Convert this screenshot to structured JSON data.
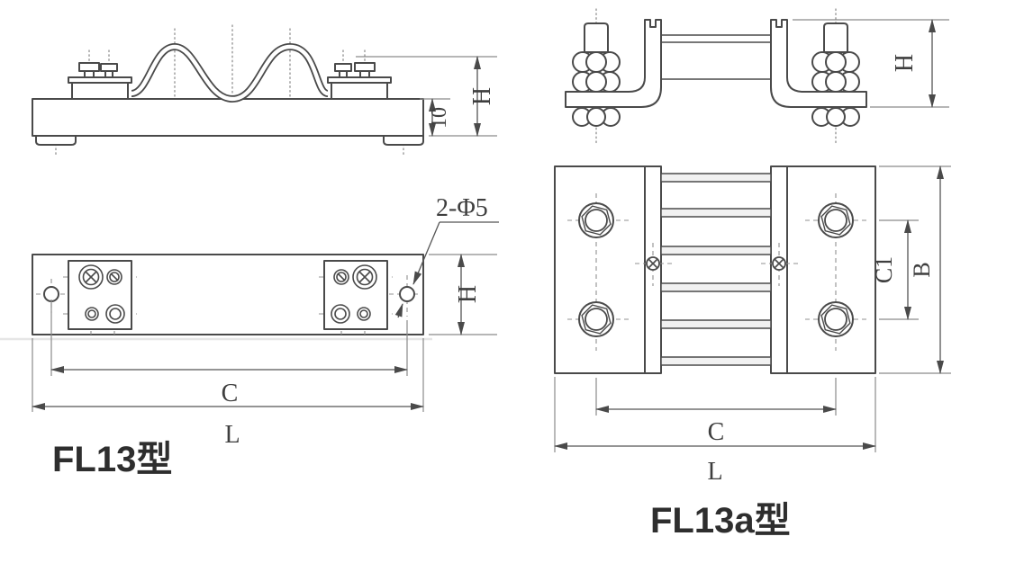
{
  "fl13": {
    "label": "FL13型",
    "side_view": {
      "dim_height": "H",
      "dim_base_thickness": "10"
    },
    "plan_view": {
      "dim_width": "H",
      "dim_hole_spacing": "C",
      "dim_length": "L",
      "hole_callout": "2-Φ5"
    }
  },
  "fl13a": {
    "label": "FL13a型",
    "side_view": {
      "dim_height": "H"
    },
    "plan_view": {
      "dim_bolt_row_spacing": "C1",
      "dim_width": "B",
      "dim_bolt_spacing": "C",
      "dim_length": "L"
    }
  },
  "colors": {
    "line": "#4a4a4a",
    "centerline": "#909090",
    "dimension": "#555555",
    "text": "#3e3e3e",
    "background": "#ffffff"
  }
}
